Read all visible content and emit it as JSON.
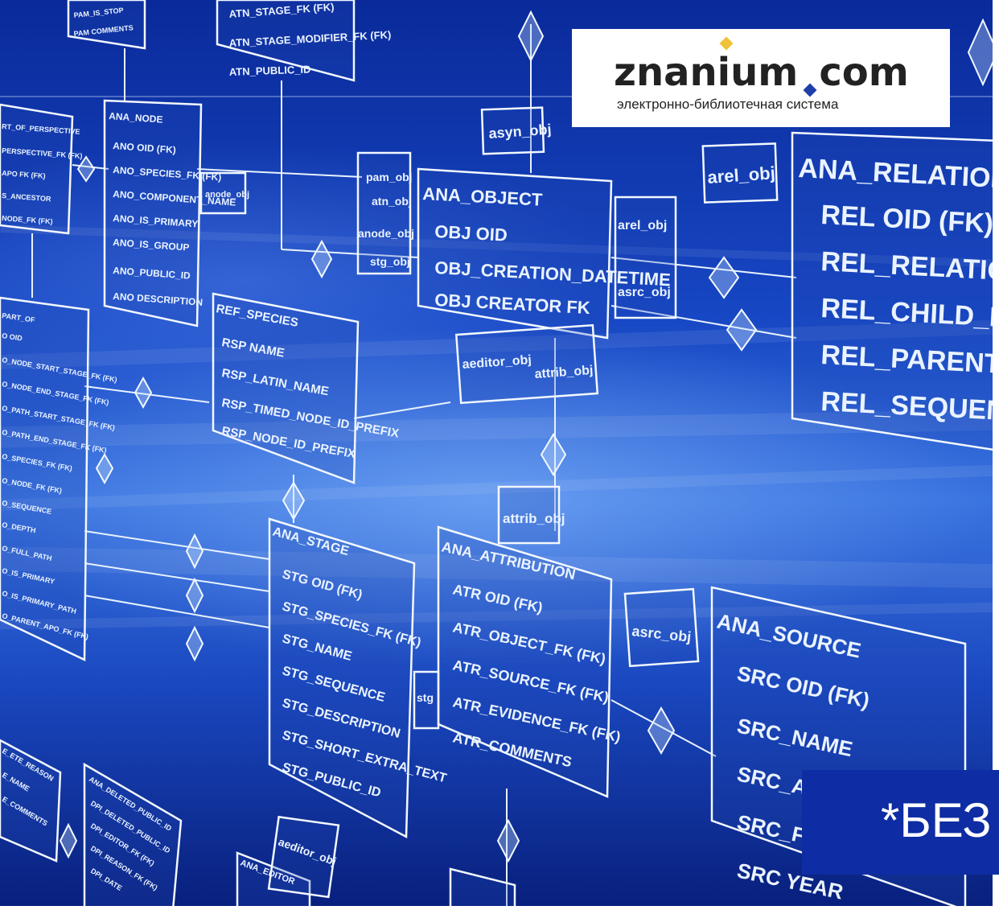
{
  "logo": {
    "brand": "znanium",
    "brand_tld": "com",
    "subtitle": "электронно-библиотечная система"
  },
  "badge": {
    "text": "*БЕЗ"
  },
  "diagram": {
    "entities": [
      {
        "name": "ANA_OBJECT",
        "fields": [
          "OBJ OID",
          "OBJ_CREATION_DATETIME",
          "OBJ_CREATOR_FK"
        ]
      },
      {
        "name": "ANA_RELATIONSHIP",
        "fields": [
          "REL OID (FK)",
          "REL_RELATIONSH",
          "REL_CHILD_FK (F",
          "REL_PARENT_FK",
          "REL_SEQUENCE"
        ]
      },
      {
        "name": "ANA_NODE",
        "fields": [
          "ANO OID (FK)",
          "ANO_SPECIES_FK (FK)",
          "ANO_COMPONENT_NAME",
          "ANO_IS_PRIMARY",
          "ANO_IS_GROUP",
          "ANO_PUBLIC_ID",
          "ANO DESCRIPTION"
        ]
      },
      {
        "name": "REF_SPECIES",
        "fields": [
          "RSP NAME",
          "RSP_LATIN_NAME",
          "RSP_TIMED_NODE_ID_PREFIX",
          "RSP_NODE_ID_PREFIX"
        ]
      },
      {
        "name": "ANA_STAGE",
        "fields": [
          "STG OID (FK)",
          "STG_SPECIES_FK (FK)",
          "STG_NAME",
          "STG_SEQUENCE",
          "STG_DESCRIPTION",
          "STG_SHORT_EXTRA_TEXT",
          "STG_PUBLIC_ID"
        ]
      },
      {
        "name": "ANA_ATTRIBUTION",
        "fields": [
          "ATR OID (FK)",
          "ATR_OBJECT_FK (FK)",
          "ATR_SOURCE_FK (FK)",
          "ATR_EVIDENCE_FK (FK)",
          "ATR_COMMENTS"
        ]
      },
      {
        "name": "ANA_SOURCE",
        "fields": [
          "SRC OID (FK)",
          "SRC_NAME",
          "SRC_AU",
          "SRC_FC",
          "SRC YEAR"
        ]
      }
    ],
    "top_fields": [
      "ATN_STAGE_FK (FK)",
      "ATN_STAGE_MODIFIER_FK (FK)",
      "ATN_PUBLIC_ID",
      "PAM_IS_STOP",
      "PAM COMMENTS"
    ],
    "left_fields": [
      "RT_OF_PERSPECTIVE",
      "PERSPECTIVE_FK (FK)",
      "APO FK (FK)",
      "S_ANCESTOR",
      "NODE_FK (FK)"
    ],
    "part_of_fields": [
      "PART_OF",
      "O OID",
      "O_NODE_START_STAGE_FK (FK)",
      "O_NODE_END_STAGE_FK (FK)",
      "O_PATH_START_STAGE_FK (FK)",
      "O_PATH_END_STAGE_FK (FK)",
      "O_SPECIES_FK (FK)",
      "O_NODE_FK (FK)",
      "O_SEQUENCE",
      "O_DEPTH",
      "O_FULL_PATH",
      "O_IS_PRIMARY",
      "O_IS_PRIMARY_PATH",
      "O_PARENT_APO_FK (FK)"
    ],
    "deleted_fields": [
      "ANA_DELETED_PUBLIC_ID",
      "DPI_DELETED_PUBLIC_ID",
      "DPI_EDITOR_FK (FK)",
      "DPI_REASON_FK (FK)",
      "DPI_DATE"
    ],
    "misc_fields": [
      "E_ETE_REASON",
      "E_NAME",
      "E_COMMENTS",
      "ANA_EDITOR"
    ],
    "relation_tags": [
      "asyn_obj",
      "arel_obj",
      "anode_obj",
      "pam_obj",
      "atn_obj",
      "anode_obj",
      "stg_obj",
      "arel_obj",
      "asrc_obj",
      "aeditor_obj",
      "attrib_obj",
      "attrib_obj",
      "asrc_obj",
      "stg",
      "aeditor_obj"
    ]
  }
}
